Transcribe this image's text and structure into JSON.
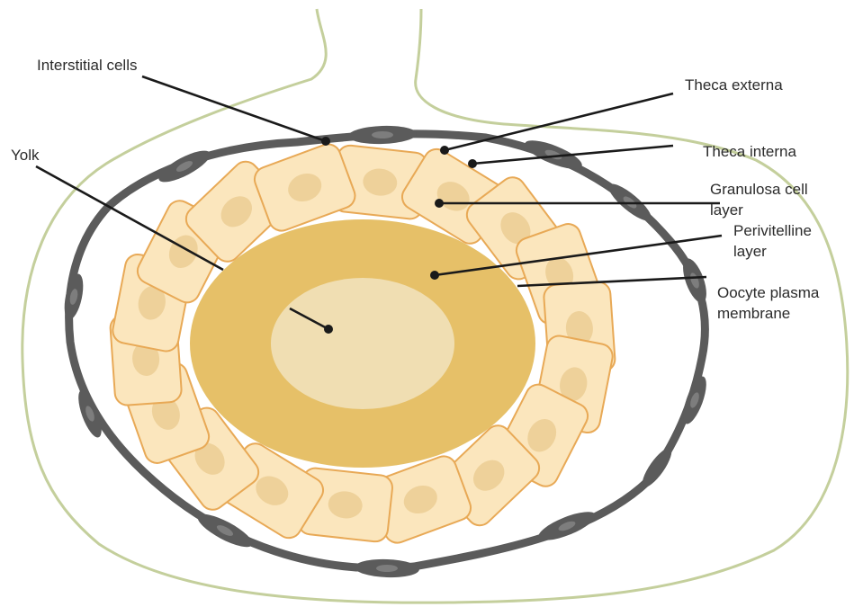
{
  "diagram": {
    "labels": {
      "interstitial_cells": "Interstitial cells",
      "theca_externa": "Theca externa",
      "yolk": "Yolk",
      "theca_interna": "Theca interna",
      "granulosa_line1": "Granulosa cell",
      "granulosa_line2": "layer",
      "perivitelline_line1": "Perivitelline",
      "perivitelline_line2": "layer",
      "oocyte_line1": "Oocyte plasma",
      "oocyte_line2": "membrane"
    },
    "colors": {
      "outer_membrane": "#c4cf9c",
      "theca_cells": "#5b5b5b",
      "granulosa_fill": "#fbe6bd",
      "granulosa_border": "#e8a956",
      "granulosa_nucleus": "#eed19a",
      "perivitelline": "#e6c068",
      "yolk": "#f0deb2"
    }
  }
}
